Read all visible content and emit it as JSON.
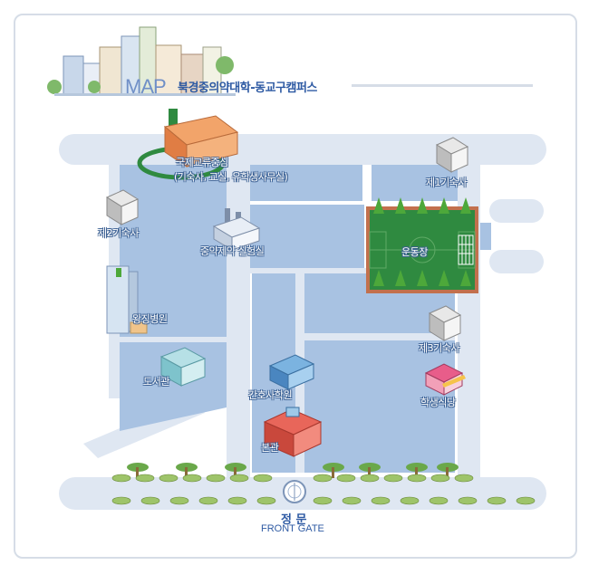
{
  "header": {
    "title": "MAP",
    "subtitle": "북경중의약대학-동교구캠퍼스"
  },
  "buildings": {
    "international_center": {
      "line1": "국제교류중심",
      "line2": "(기숙사, 교실, 유학생사무실)"
    },
    "dorm1": "제1기숙사",
    "dorm2": "제2기숙사",
    "dorm3": "제3기숙사",
    "pharma_lab": "중약제약 실험실",
    "sports_field": "운동장",
    "hospital": "왕징병원",
    "library": "도서관",
    "nursing_school": "간호사학원",
    "cafeteria": "학생식당",
    "main_hall": "본관"
  },
  "gate": {
    "label_ko": "정 문",
    "label_en": "FRONT GATE"
  },
  "colors": {
    "road": "#dfe7f2",
    "block": "#a8c2e2",
    "field": "#2f8a40",
    "label_outline": "#3a5f92",
    "accent": "#2e5aa3"
  },
  "icons": [
    "campus-buildings-icon",
    "dorm-building-icon",
    "factory-icon",
    "hospital-building-icon",
    "library-building-icon",
    "school-building-icon",
    "cafeteria-icon",
    "main-hall-icon",
    "tree-icon",
    "shrub-icon",
    "gate-compass-icon"
  ]
}
